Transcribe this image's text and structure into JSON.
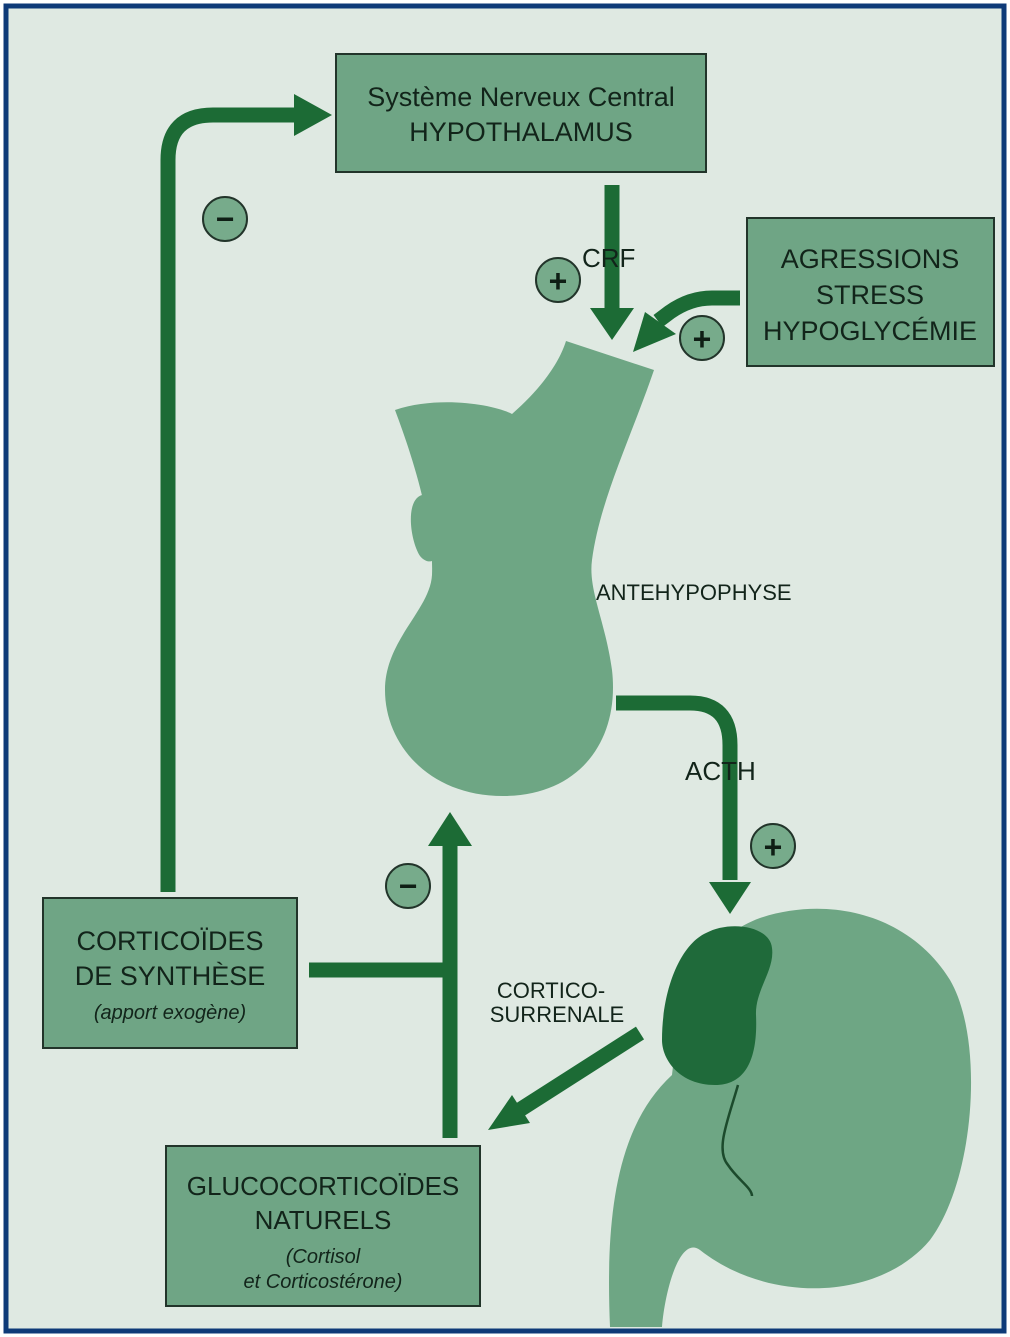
{
  "colors": {
    "background": "#dfe9e2",
    "frame": "#0e3a78",
    "box_fill": "#6fa585",
    "box_stroke": "#22342a",
    "organ_fill": "#6ea684",
    "organ_dark": "#1f6a3a",
    "arrow": "#1c6b35",
    "sign_fill": "#77ab8b"
  },
  "boxes": {
    "cns": {
      "line1": "Système Nerveux Central",
      "line2": "HYPOTHALAMUS"
    },
    "stress": {
      "line1": "AGRESSIONS",
      "line2": "STRESS",
      "line3": "HYPOGLYCÉMIE"
    },
    "synthetic": {
      "line1": "CORTICOÏDES",
      "line2": "DE SYNTHÈSE",
      "line3": "(apport exogène)"
    },
    "natural": {
      "line1": "GLUCOCORTICOÏDES",
      "line2": "NATURELS",
      "line3": "(Cortisol",
      "line4": "et Corticostérone)"
    }
  },
  "labels": {
    "crf": "CRF",
    "antehypophyse": "ANTEHYPOPHYSE",
    "acth": "ACTH",
    "cortico_line1": "CORTICO-",
    "cortico_line2": "SURRENALE"
  },
  "signs": {
    "plus": "+",
    "minus": "−"
  }
}
